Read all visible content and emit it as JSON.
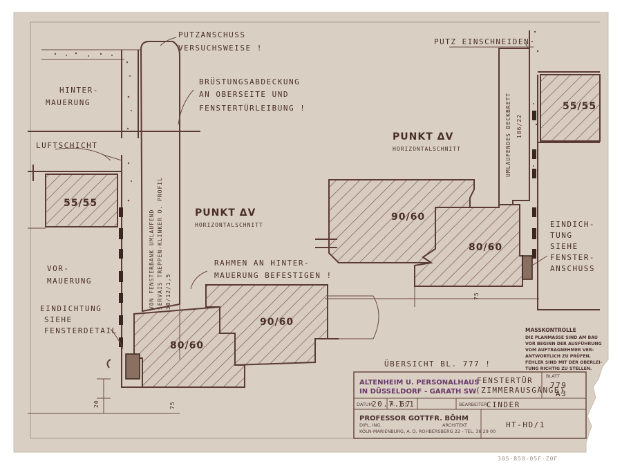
{
  "annotations": {
    "putzanschuss_1": "PUTZANSCHUSS",
    "putzanschuss_2": "VERSUCHSWEISE !",
    "bruestung_1": "BRÜSTUNGSABDECKUNG",
    "bruestung_2": "AN OBERSEITE UND",
    "bruestung_3": "FENSTERTÜRLEIBUNG !",
    "hinter_1": "HINTER-",
    "hinter_2": "MAUERUNG",
    "luftschicht": "LUFTSCHICHT",
    "wall_left": "55/55",
    "vor_1": "VOR-",
    "vor_2": "MAUERUNG",
    "eindicht_left_1": "EINDICHTUNG",
    "eindicht_left_2": "SIEHE",
    "eindicht_left_3": "FENSTERDETAIL",
    "sill_1": "VON FENSTERBANK UMLAUFEND",
    "sill_2": "SERVAIS TREPPEN-KLINKER O. PROFIL",
    "sill_3": "30/12/1,5",
    "punkt_left": "PUNKT ΔV",
    "punkt_left_sub": "HORIZONTALSCHNITT",
    "rahmen_1": "RAHMEN AN HINTER-",
    "rahmen_2": "MAUERUNG BEFESTIGEN !",
    "frame_left_a": "80/60",
    "frame_left_b": "90/60",
    "dim_left_20": "20",
    "dim_left_75": "75",
    "putz_einschneiden": "PUTZ EINSCHNEIDEN",
    "punkt_right": "PUNKT ΔV",
    "punkt_right_sub": "HORIZONTALSCHNITT",
    "deckbrett_1": "UMLAUFENDES DECKBRETT",
    "deckbrett_2": "186/22",
    "wall_right": "55/55",
    "frame_right_a": "90/60",
    "frame_right_b": "80/60",
    "eindicht_right_1": "EINDICH-",
    "eindicht_right_2": "TUNG",
    "eindicht_right_3": "SIEHE",
    "eindicht_right_4": "FENSTER-",
    "eindicht_right_5": "ANSCHUSS",
    "dim_right_75": "75",
    "uebersicht": "ÜBERSICHT BL. 777 !"
  },
  "masskontrolle": {
    "title": "MASSKONTROLLE",
    "lines": [
      "DIE PLANMASSE SIND AM BAU",
      "VOR BEGINN DER AUSFÜHRUNG",
      "VOM AUFTRAGNEHMER VER-",
      "ANTWORTLICH ZU PRÜFEN.",
      "FEHLER SIND MIT DER OBERLEI-",
      "TUNG RICHTIG ZU STELLEN."
    ]
  },
  "title_block": {
    "project_1": "ALTENHEIM U. PERSONALHAUS",
    "project_2": "IN DÜSSELDORF - GARATH SW",
    "subject_1": "FENSTERTÜR",
    "subject_2": "(ZIMMERAUSGÄNGE)",
    "blatt_label": "BLATT",
    "blatt_no": "779",
    "format": "A3",
    "datum_label": "DATUM",
    "datum": "20.7.67",
    "massstab_label": "M.",
    "massstab": "1:1",
    "bearbeiter_label": "BEARBEITER",
    "bearbeiter": "CINDER",
    "architect_name": "PROFESSOR GOTTFR. BÖHM",
    "architect_title_1": "DIPL. ING.",
    "architect_title_2": "ARCHITEKT",
    "architect_address": "KÖLN-MARIENBURG, A. D. ROHBERSBERG 22 - TEL. 38 29 00",
    "drawing_no": "HT-HD/1"
  },
  "margin_note": "305-850-05F-Z0F"
}
